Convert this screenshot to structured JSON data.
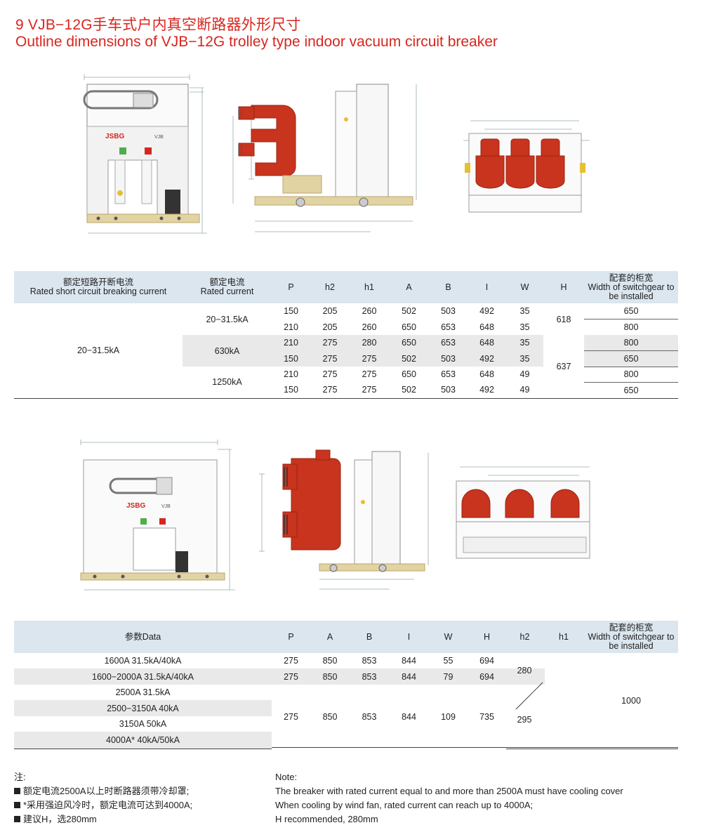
{
  "title": {
    "line1": "9  VJB−12G手车式户内真空断路器外形尺寸",
    "line2": "Outline dimensions of VJB−12G trolley type indoor vacuum circuit breaker"
  },
  "drawing_labels": {
    "brand": "JSBG",
    "model": "VJB"
  },
  "table1": {
    "headers": {
      "breaking_cn": "额定短路开断电流",
      "breaking_en": "Rated short circuit breaking current",
      "current_cn": "额定电流",
      "current_en": "Rated current",
      "P": "P",
      "h2": "h2",
      "h1": "h1",
      "A": "A",
      "B": "B",
      "I": "I",
      "W": "W",
      "H": "H",
      "width_cn": "配套的柜宽",
      "width_en": "Width of switchgear to be installed"
    },
    "breaking_value": "20−31.5kA",
    "groups": [
      {
        "current": "20−31.5kA",
        "rows": [
          [
            "150",
            "205",
            "260",
            "502",
            "503",
            "492",
            "35",
            "650"
          ],
          [
            "210",
            "205",
            "260",
            "650",
            "653",
            "648",
            "35",
            "800"
          ]
        ]
      },
      {
        "current": "630kA",
        "rows": [
          [
            "210",
            "275",
            "280",
            "650",
            "653",
            "648",
            "35",
            "800"
          ],
          [
            "150",
            "275",
            "275",
            "502",
            "503",
            "492",
            "35",
            "650"
          ]
        ]
      },
      {
        "current": "1250kA",
        "rows": [
          [
            "210",
            "275",
            "275",
            "650",
            "653",
            "648",
            "49",
            "800"
          ],
          [
            "150",
            "275",
            "275",
            "502",
            "503",
            "492",
            "49",
            "650"
          ]
        ]
      }
    ],
    "H_values": [
      "618",
      "637"
    ]
  },
  "table2": {
    "headers": {
      "data": "参数Data",
      "P": "P",
      "A": "A",
      "B": "B",
      "I": "I",
      "W": "W",
      "H": "H",
      "h2": "h2",
      "h1": "h1",
      "width_cn": "配套的柜宽",
      "width_en": "Width of switchgear to be installed"
    },
    "params": [
      "1600A  31.5kA/40kA",
      "1600−2000A  31.5kA/40kA",
      "2500A  31.5kA",
      "2500−3150A  40kA",
      "3150A  50kA",
      "4000A*  40kA/50kA"
    ],
    "row1": [
      "275",
      "850",
      "853",
      "844",
      "55",
      "694"
    ],
    "row2": [
      "275",
      "850",
      "853",
      "844",
      "79",
      "694"
    ],
    "row_rest": [
      "275",
      "850",
      "853",
      "844",
      "109",
      "735"
    ],
    "h2_top": "280",
    "h2_bottom": "295",
    "width": "1000"
  },
  "notes_cn": {
    "heading": "注:",
    "items": [
      "额定电流2500A以上时断路器须带冷却罩;",
      "*采用强迫风冷时，额定电流可达到4000A;",
      "建议H，选280mm"
    ]
  },
  "notes_en": {
    "heading": "Note:",
    "items": [
      "The breaker with rated current equal to and more than 2500A must have cooling cover",
      "When cooling by wind fan, rated current can reach up to 4000A;",
      "H recommended, 280mm"
    ]
  },
  "colors": {
    "title_red": "#d7261e",
    "header_blue": "#dbe6ef",
    "row_gray": "#e9e9e9",
    "insulator_red": "#c8341e",
    "base_beige": "#e2d3a2"
  }
}
